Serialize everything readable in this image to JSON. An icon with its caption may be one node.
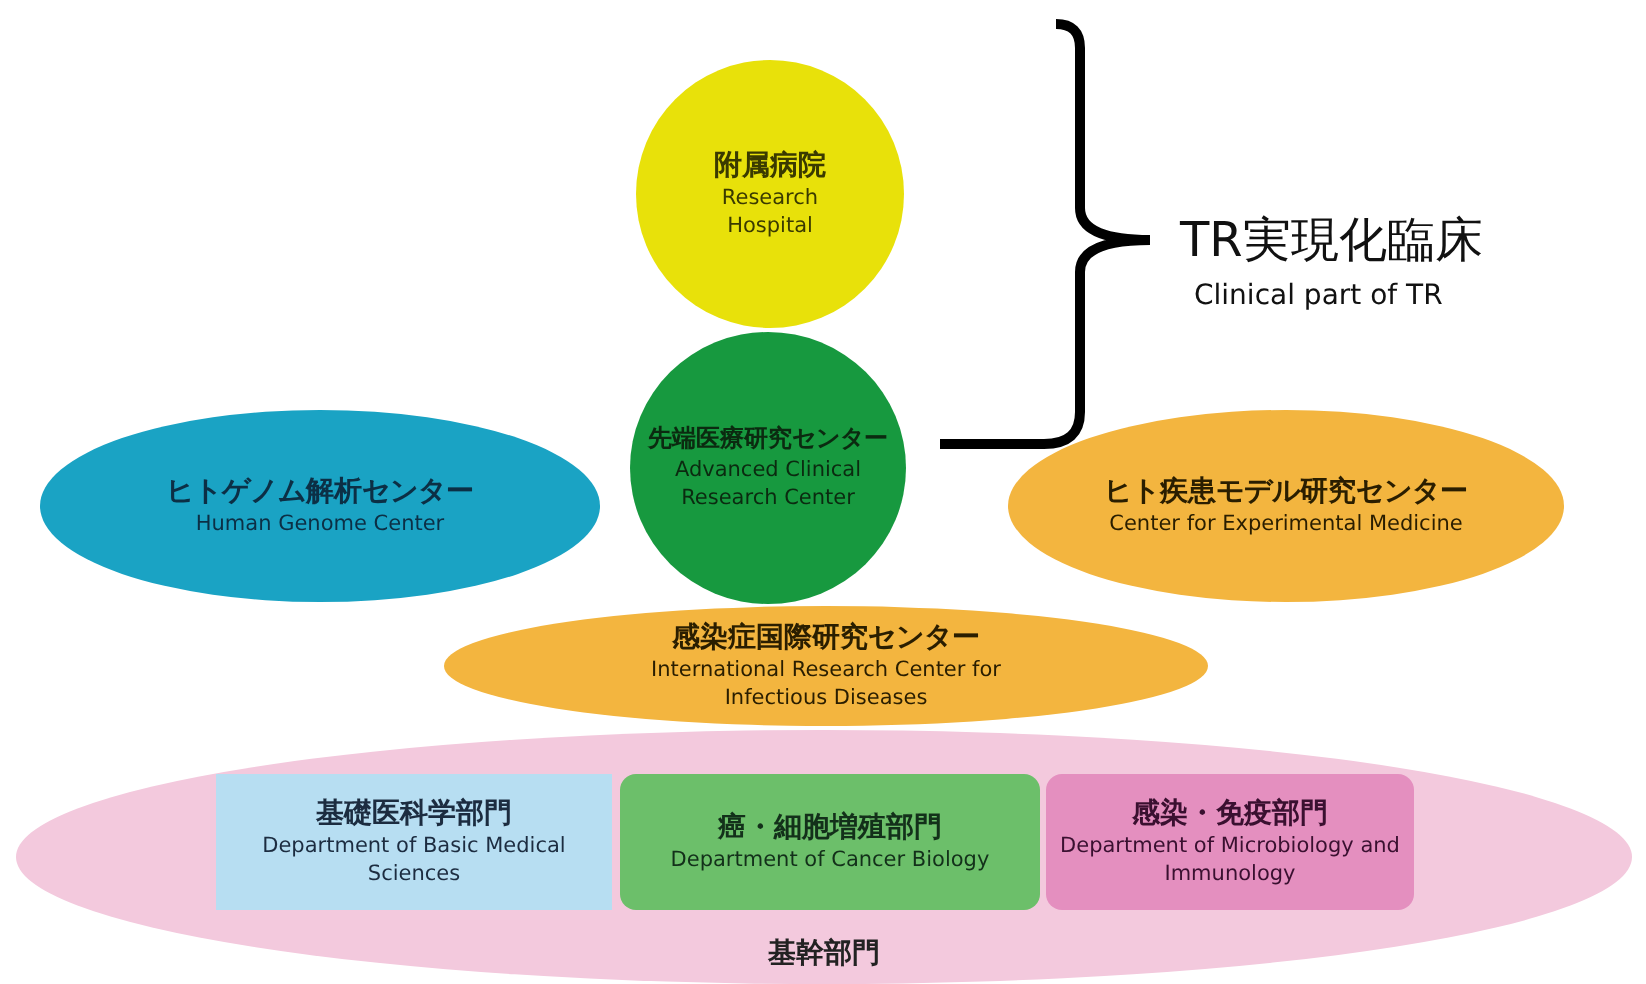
{
  "diagram": {
    "nodes": [
      {
        "text": [
          "附属病院",
          "Research Hospital"
        ]
      },
      {
        "text": [
          "ヒトゲノム解析センター",
          "Human Genome Center"
        ]
      },
      {
        "text": [
          "先端医療研究センター",
          "Advanced Clinical Research Center"
        ]
      },
      {
        "text": [
          "ヒト疾患モデル研究センター",
          "Center for Experimental Medicine"
        ]
      },
      {
        "text": [
          "感染症国際研究センター",
          "International Research Center for Infectious Diseases"
        ]
      },
      {
        "text": [
          "基幹部門"
        ]
      },
      {
        "text": [
          "基礎医科学部門",
          "Department of Basic Medical Sciences"
        ],
        "in": 5
      },
      {
        "text": [
          "癌・細胞増殖部門",
          "Department of Cancer Biology"
        ],
        "in": 5
      },
      {
        "text": [
          "感染・免疫部門",
          "Department of Microbiology and Immunology"
        ],
        "in": 5
      }
    ],
    "labels": [
      "TR実現化臨床",
      "Clinical part of TR"
    ]
  }
}
